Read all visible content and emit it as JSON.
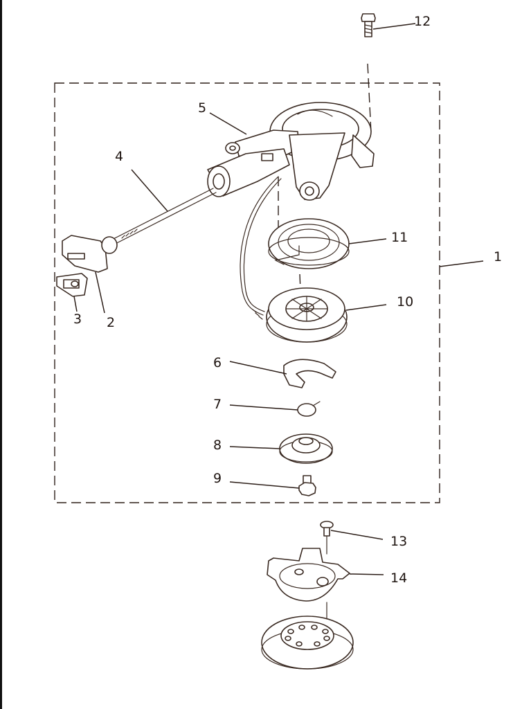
{
  "callouts": [
    {
      "id": "1",
      "text": "1"
    },
    {
      "id": "2",
      "text": "2"
    },
    {
      "id": "3",
      "text": "3"
    },
    {
      "id": "4",
      "text": "4"
    },
    {
      "id": "5",
      "text": "5"
    },
    {
      "id": "6",
      "text": "6"
    },
    {
      "id": "7",
      "text": "7"
    },
    {
      "id": "8",
      "text": "8"
    },
    {
      "id": "9",
      "text": "9"
    },
    {
      "id": "10",
      "text": "10"
    },
    {
      "id": "11",
      "text": "11"
    },
    {
      "id": "12",
      "text": "12"
    },
    {
      "id": "13",
      "text": "13"
    },
    {
      "id": "14",
      "text": "14"
    }
  ],
  "colors": {
    "line": "#3a2a22",
    "text": "#1e1410",
    "background": "#ffffff"
  }
}
